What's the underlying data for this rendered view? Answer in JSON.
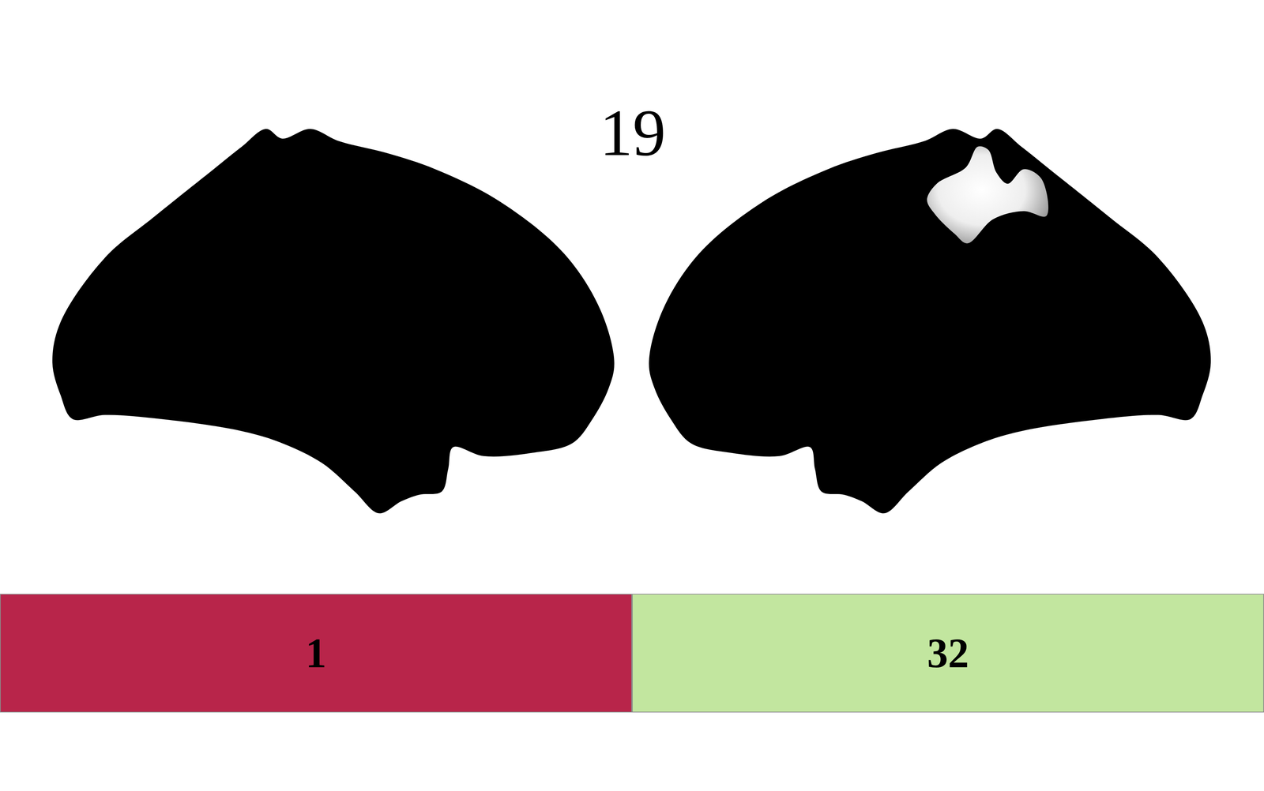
{
  "diagram": {
    "title": "19",
    "nodes": [
      {
        "text": [
          "1"
        ]
      },
      {
        "text": [
          "32"
        ]
      }
    ]
  }
}
